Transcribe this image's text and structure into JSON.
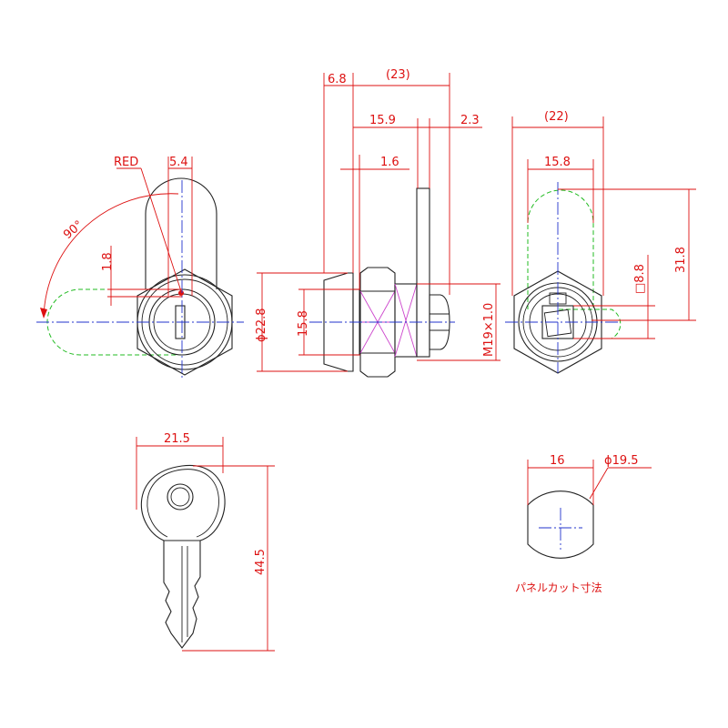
{
  "dimensions": {
    "side_width": "6.8",
    "overall_length": "(23)",
    "body_length": "15.9",
    "cam_thickness": "2.3",
    "washer": "1.6",
    "flange_diameter": "ϕ22.8",
    "nut_height": "15.8",
    "thread": "M19×1.0",
    "front_key_offset": "5.4",
    "front_offset_small": "1.8",
    "rotation_angle": "90°",
    "rear_width_overall": "(22)",
    "rear_width": "15.8",
    "cam_length": "31.8",
    "square_drive": "□8.8",
    "key_width": "21.5",
    "key_length": "44.5",
    "cutout_width": "16",
    "cutout_diameter": "ϕ19.5"
  },
  "labels": {
    "red_marker": "RED",
    "panel_cutout": "パネルカット寸法"
  },
  "colors": {
    "outline": "#222222",
    "dimension": "#dd1111",
    "hidden_cam": "#22bb22",
    "centerline": "#2233cc",
    "section": "#cc44cc"
  }
}
